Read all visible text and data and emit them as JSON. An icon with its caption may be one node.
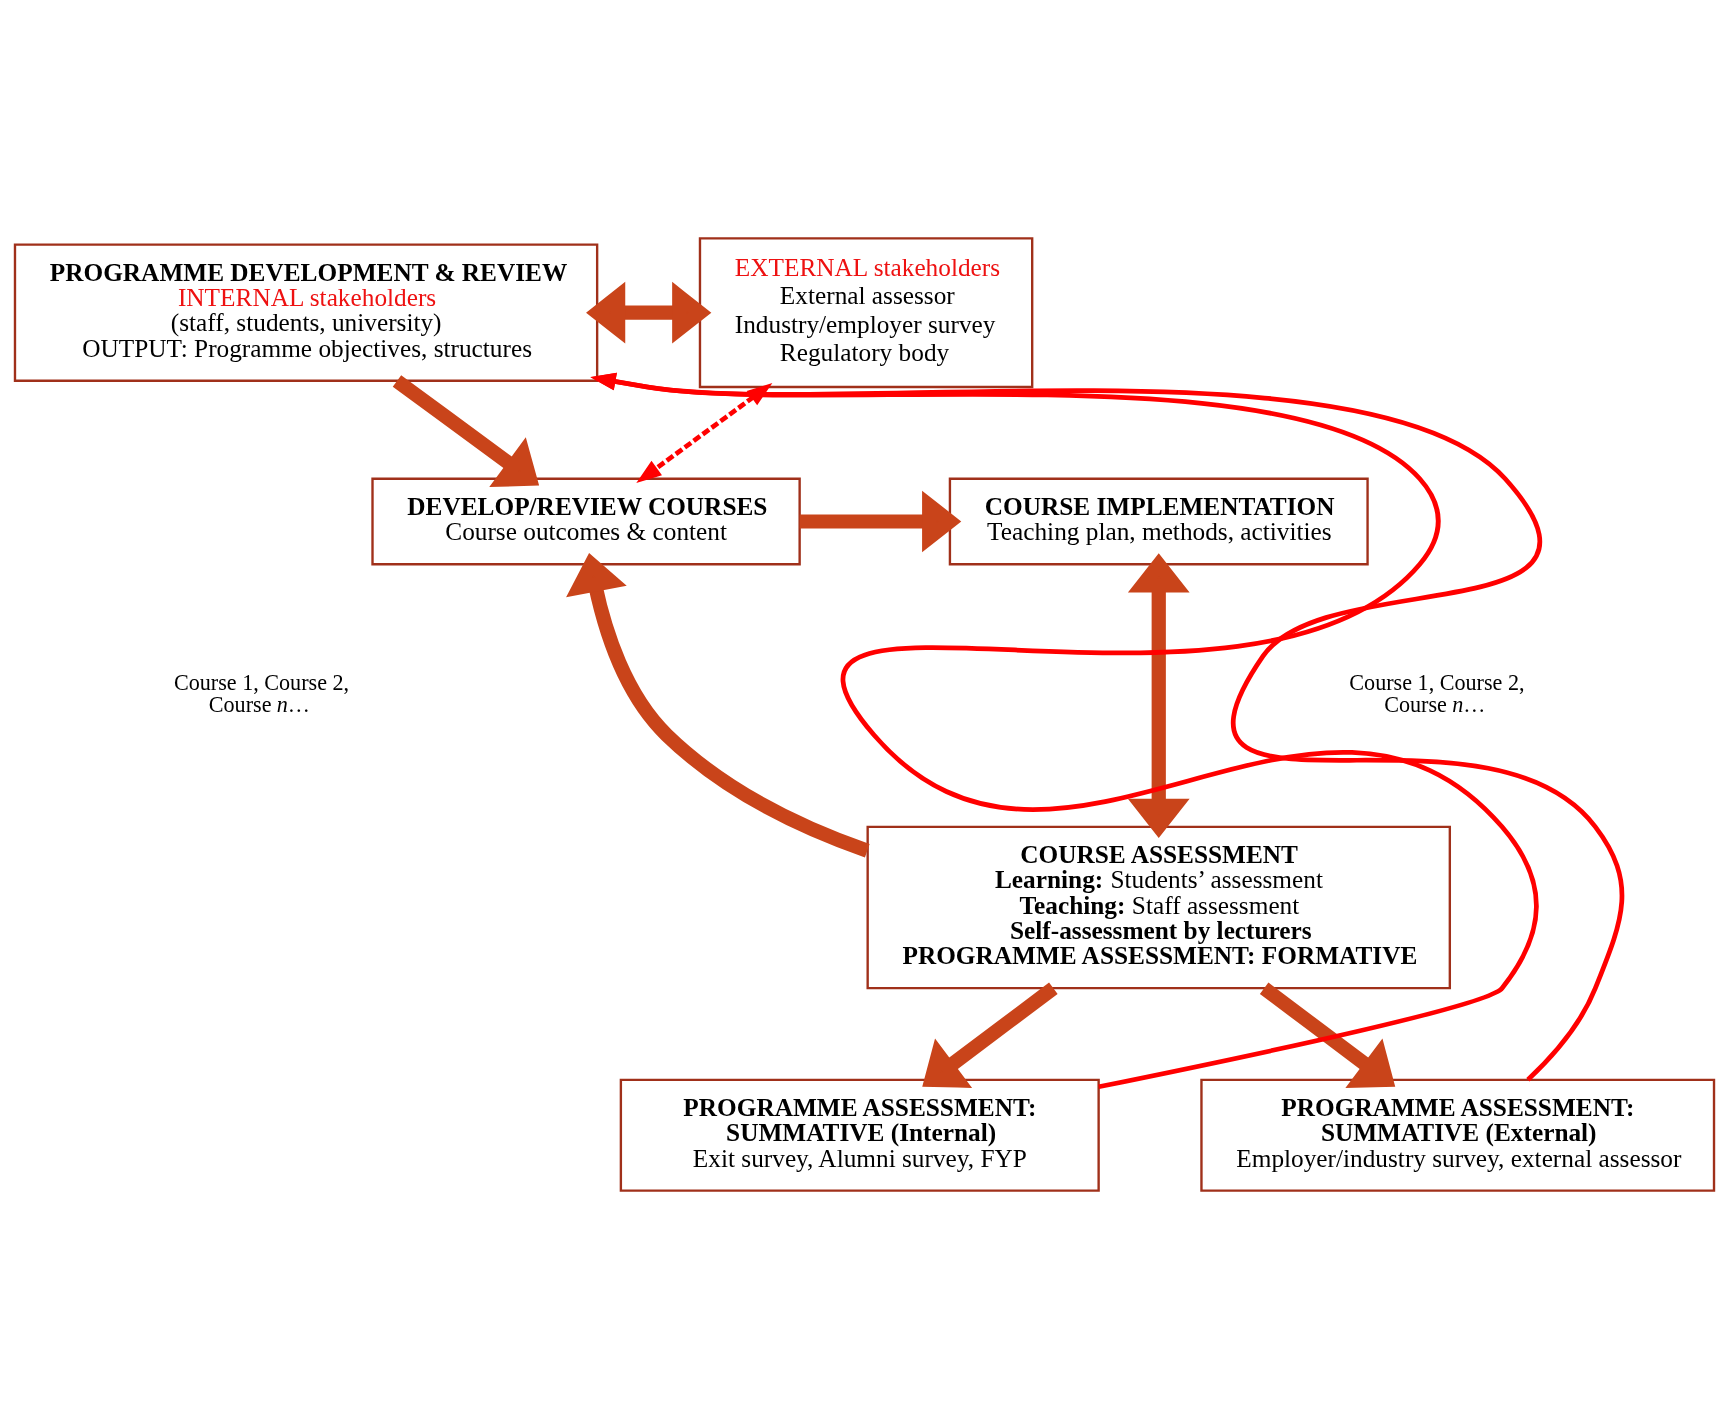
{
  "diagram": {
    "nodes": [
      {
        "text": [
          "PROGRAMME DEVELOPMENT & REVIEW",
          "INTERNAL stakeholders",
          "(staff, students, university)",
          "OUTPUT: Programme objectives, structures"
        ]
      },
      {
        "text": [
          "EXTERNAL stakeholders",
          "External assessor",
          "Industry/employer survey",
          "Regulatory body"
        ]
      },
      {
        "text": [
          "DEVELOP/REVIEW COURSES",
          "Course outcomes & content"
        ]
      },
      {
        "text": [
          "COURSE IMPLEMENTATION",
          "Teaching plan, methods, activities"
        ]
      },
      {
        "text": [
          "COURSE ASSESSMENT",
          "**Learning:** Students’ assessment",
          "**Teaching:** Staff assessment",
          "Self-assessment by lecturers",
          "PROGRAMME ASSESSMENT: FORMATIVE"
        ]
      },
      {
        "text": [
          "PROGRAMME ASSESSMENT: SUMMATIVE (Internal)",
          "Exit survey, Alumni survey, FYP"
        ]
      },
      {
        "text": [
          "PROGRAMME ASSESSMENT: SUMMATIVE (External)",
          "Employer/industry survey, external assessor"
        ]
      }
    ],
    "edges": [
      {
        "from": 0,
        "to": 1,
        "arrow": "both"
      },
      {
        "from": 0,
        "to": 2,
        "arrow": "to"
      },
      {
        "from": 1,
        "to": 2,
        "arrow": "both",
        "style": "dashed",
        "color": "#ff0000"
      },
      {
        "from": 2,
        "to": 3,
        "arrow": "to"
      },
      {
        "from": 4,
        "to": 2,
        "arrow": "to"
      },
      {
        "from": 3,
        "to": 4,
        "arrow": "both"
      },
      {
        "from": 4,
        "to": 5,
        "arrow": "to"
      },
      {
        "from": 4,
        "to": 6,
        "arrow": "to"
      },
      {
        "from": 5,
        "to": 0,
        "arrow": "to",
        "color": "#ff0000"
      },
      {
        "from": 6,
        "to": 0,
        "arrow": "to",
        "color": "#ff0000"
      }
    ],
    "labels": [
      "Course 1, Course 2, Course *n*…",
      "Course 1, Course 2, Course *n*…"
    ]
  }
}
